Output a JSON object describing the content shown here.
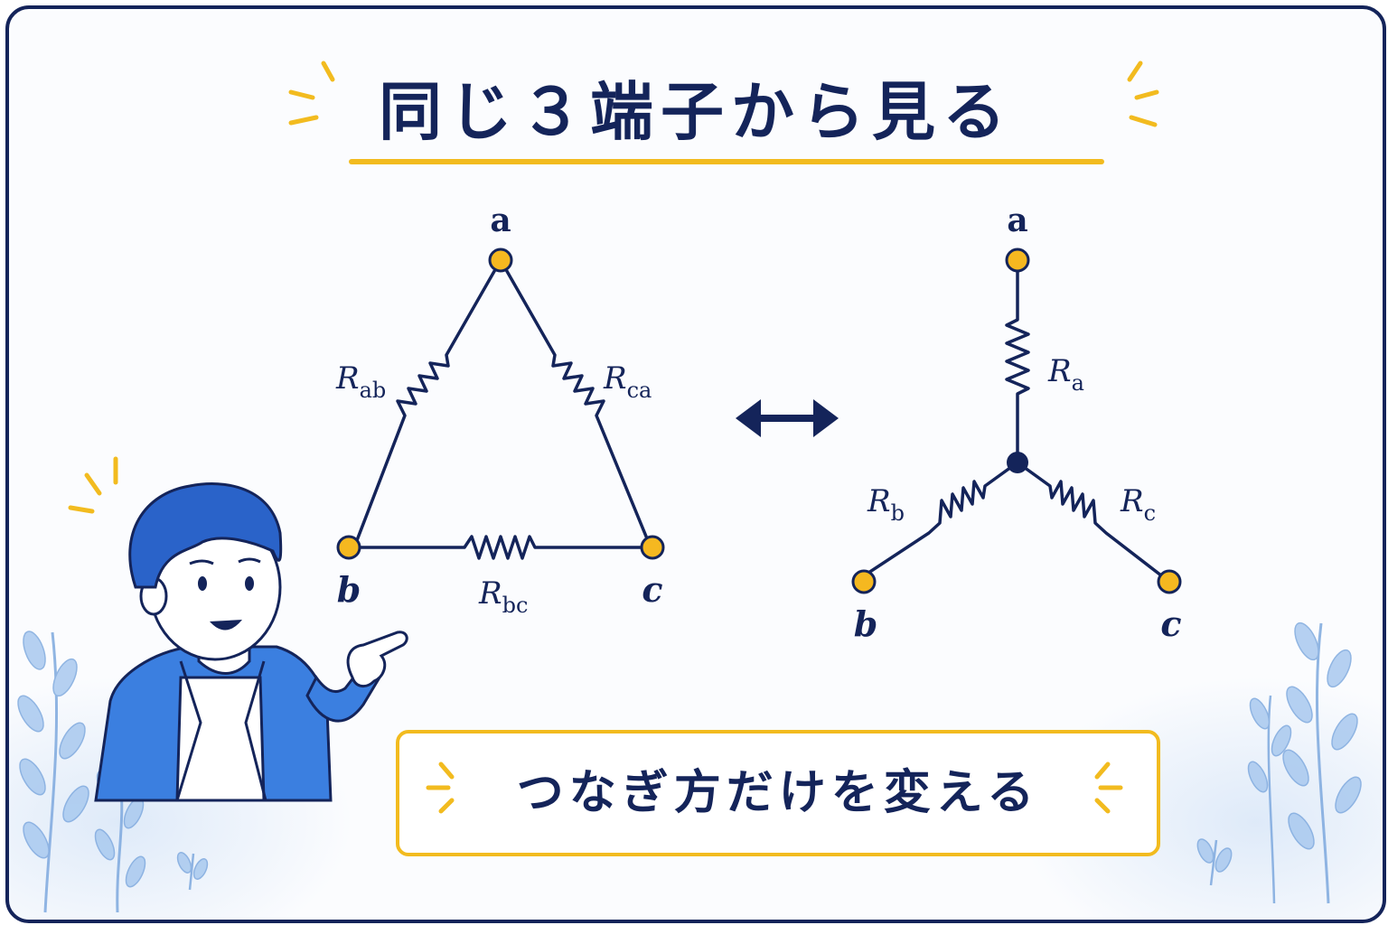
{
  "title": "同じ３端子から見る",
  "caption": "つなぎ方だけを変える",
  "colors": {
    "navy": "#14245a",
    "accent_yellow": "#f2bb1f",
    "terminal_fill": "#f5b820",
    "character_blue": "#3b7fe0",
    "plant_blue": "#a9c9ef"
  },
  "delta": {
    "terminals": {
      "a": "a",
      "b": "b",
      "c": "c"
    },
    "resistors": {
      "ab": {
        "symbol": "R",
        "sub": "ab"
      },
      "ca": {
        "symbol": "R",
        "sub": "ca"
      },
      "bc": {
        "symbol": "R",
        "sub": "bc"
      }
    }
  },
  "wye": {
    "terminals": {
      "a": "a",
      "b": "b",
      "c": "c"
    },
    "resistors": {
      "a": {
        "symbol": "R",
        "sub": "a"
      },
      "b": {
        "symbol": "R",
        "sub": "b"
      },
      "c": {
        "symbol": "R",
        "sub": "c"
      }
    }
  },
  "icons": [
    "double-arrow-icon",
    "sparkle-icon",
    "pointing-person-icon",
    "plant-icon"
  ]
}
